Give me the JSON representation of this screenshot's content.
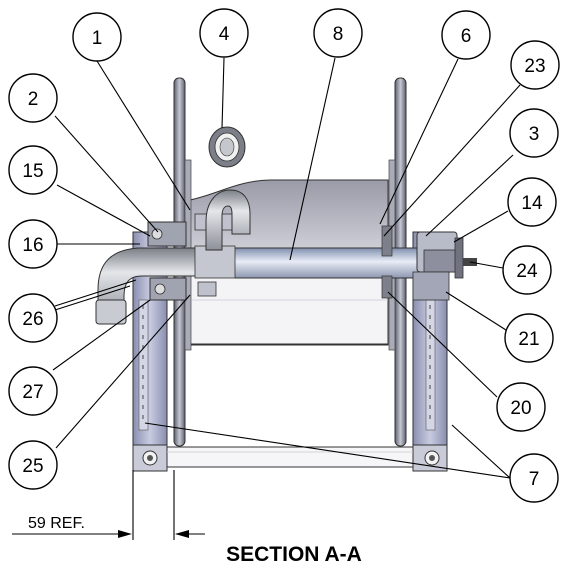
{
  "drawing": {
    "title": "SECTION A-A",
    "dimension_label": "59 REF.",
    "balloons": [
      {
        "id": "1",
        "label": "1"
      },
      {
        "id": "2",
        "label": "2"
      },
      {
        "id": "3",
        "label": "3"
      },
      {
        "id": "4",
        "label": "4"
      },
      {
        "id": "6",
        "label": "6"
      },
      {
        "id": "7",
        "label": "7"
      },
      {
        "id": "8",
        "label": "8"
      },
      {
        "id": "14",
        "label": "14"
      },
      {
        "id": "15",
        "label": "15"
      },
      {
        "id": "16",
        "label": "16"
      },
      {
        "id": "20",
        "label": "20"
      },
      {
        "id": "21",
        "label": "21"
      },
      {
        "id": "23",
        "label": "23"
      },
      {
        "id": "24",
        "label": "24"
      },
      {
        "id": "25",
        "label": "25"
      },
      {
        "id": "26",
        "label": "26"
      },
      {
        "id": "27",
        "label": "27"
      }
    ]
  }
}
